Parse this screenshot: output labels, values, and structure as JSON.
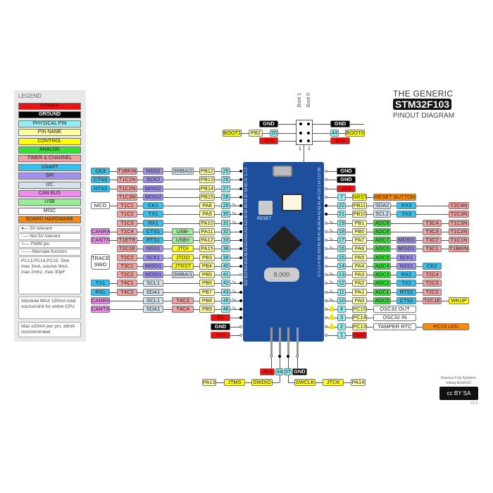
{
  "legend": {
    "title": "LEGEND",
    "items": [
      {
        "label": "POWER",
        "type": "power"
      },
      {
        "label": "GROUND",
        "type": "ground"
      },
      {
        "label": "PHYSICAL PIN",
        "type": "physical"
      },
      {
        "label": "PIN NAME",
        "type": "pinname"
      },
      {
        "label": "CONTROL",
        "type": "control"
      },
      {
        "label": "ANALOG",
        "type": "analog"
      },
      {
        "label": "TIMER & CHANNEL",
        "type": "timer"
      },
      {
        "label": "USART",
        "type": "usart"
      },
      {
        "label": "SPI",
        "type": "spi"
      },
      {
        "label": "I2C",
        "type": "i2c"
      },
      {
        "label": "CAN BUS",
        "type": "can"
      },
      {
        "label": "USB",
        "type": "usb"
      },
      {
        "label": "MISC",
        "type": "misc"
      },
      {
        "label": "BOARD HARDWARE",
        "type": "board"
      }
    ],
    "symbols": [
      "5V tolerant",
      "Not 5V tolerant",
      "PWM pin",
      "Alternate function"
    ],
    "warning": "PC13,PC14,PC15: Sink max 3mA, source 0mA, max 2mhz, max 30pF",
    "note1": "Absolute MAX 150mA total source/sink for entire CPU",
    "note2": "Max ±20mA per pin, ±8mA recommended"
  },
  "title": {
    "line1": "THE GENERIC",
    "line2": "STM32F103",
    "line3": "PINOUT DIAGRAM"
  },
  "boot": {
    "boot1_label": "Boot 1",
    "boot0_label": "Boot 0",
    "left": [
      {
        "t": "GND",
        "c": "ground"
      },
      {
        "t": "BOOT1",
        "c": "control"
      },
      {
        "t": "PB2",
        "c": "pinname"
      },
      {
        "t": "20",
        "c": "physical"
      },
      {
        "t": "3V3",
        "c": "power"
      }
    ],
    "right": [
      {
        "t": "GND",
        "c": "ground"
      },
      {
        "t": "44",
        "c": "physical"
      },
      {
        "t": "BOOT0",
        "c": "control"
      },
      {
        "t": "3V3",
        "c": "power"
      }
    ],
    "pin_marks": [
      "1",
      "1"
    ]
  },
  "left_rows": [
    {
      "cells": [
        {
          "t": "CK3",
          "c": "usart"
        },
        {
          "t": "T1BKIN",
          "c": "timer"
        },
        {
          "t": "NSS2",
          "c": "spi"
        },
        {
          "t": "SMBAI2",
          "c": "i2c"
        },
        {
          "t": "PB12",
          "c": "pinname"
        },
        {
          "t": "25",
          "c": "physical"
        }
      ],
      "tol": true
    },
    {
      "cells": [
        {
          "t": "CTS3",
          "c": "usart"
        },
        {
          "t": "T1C1N",
          "c": "timer"
        },
        {
          "t": "SCK2",
          "c": "spi"
        },
        null,
        {
          "t": "PB13",
          "c": "pinname"
        },
        {
          "t": "26",
          "c": "physical"
        }
      ],
      "tol": true
    },
    {
      "cells": [
        {
          "t": "RTS3",
          "c": "usart"
        },
        {
          "t": "T1C2N",
          "c": "timer"
        },
        {
          "t": "MISO2",
          "c": "spi"
        },
        null,
        {
          "t": "PB14",
          "c": "pinname"
        },
        {
          "t": "27",
          "c": "physical"
        }
      ],
      "tol": true
    },
    {
      "cells": [
        null,
        {
          "t": "T1C3N",
          "c": "timer"
        },
        {
          "t": "MOSI2",
          "c": "spi"
        },
        null,
        {
          "t": "PB15",
          "c": "pinname"
        },
        {
          "t": "28",
          "c": "physical"
        }
      ],
      "tol": true
    },
    {
      "cells": [
        {
          "t": "MCO",
          "c": "misc"
        },
        {
          "t": "T1C1",
          "c": "timer"
        },
        {
          "t": "CK1",
          "c": "usart"
        },
        null,
        {
          "t": "PA8",
          "c": "pinname"
        },
        {
          "t": "29",
          "c": "physical"
        }
      ],
      "tol": true,
      "pwm": true
    },
    {
      "cells": [
        null,
        {
          "t": "T1C2",
          "c": "timer"
        },
        {
          "t": "TX1",
          "c": "usart"
        },
        null,
        {
          "t": "PA9",
          "c": "pinname"
        },
        {
          "t": "30",
          "c": "physical"
        }
      ],
      "tol": true,
      "pwm": true
    },
    {
      "cells": [
        null,
        {
          "t": "T1C3",
          "c": "timer"
        },
        {
          "t": "RX1",
          "c": "usart"
        },
        null,
        {
          "t": "PA10",
          "c": "pinname"
        },
        {
          "t": "31",
          "c": "physical"
        }
      ],
      "tol": true,
      "pwm": true
    },
    {
      "cells": [
        {
          "t": "CANRX",
          "c": "can"
        },
        {
          "t": "T1C4",
          "c": "timer"
        },
        {
          "t": "CTS1",
          "c": "usart"
        },
        {
          "t": "USB-",
          "c": "usb"
        },
        {
          "t": "PA11",
          "c": "pinname"
        },
        {
          "t": "32",
          "c": "physical"
        }
      ],
      "tol": true
    },
    {
      "cells": [
        {
          "t": "CANTX",
          "c": "can"
        },
        {
          "t": "T1ETR",
          "c": "timer"
        },
        {
          "t": "RTS1",
          "c": "usart"
        },
        {
          "t": "USB+",
          "c": "usb"
        },
        {
          "t": "PA12",
          "c": "pinname"
        },
        {
          "t": "33",
          "c": "physical"
        }
      ],
      "tol": true
    },
    {
      "cells": [
        null,
        {
          "t": "T2C1E",
          "c": "timer"
        },
        {
          "t": "NSS1",
          "c": "spi"
        },
        {
          "t": "JTDI",
          "c": "control"
        },
        {
          "t": "PA15",
          "c": "pinname"
        },
        {
          "t": "38",
          "c": "physical"
        }
      ],
      "tol": true
    },
    {
      "cells": [
        null,
        {
          "t": "T2C2",
          "c": "timer"
        },
        {
          "t": "SCK1",
          "c": "spi"
        },
        {
          "t": "JTDO",
          "c": "control"
        },
        {
          "t": "PB3",
          "c": "pinname"
        },
        {
          "t": "39",
          "c": "physical"
        }
      ],
      "tol": true
    },
    {
      "cells": [
        null,
        {
          "t": "T3C1",
          "c": "timer"
        },
        {
          "t": "MISO1",
          "c": "spi"
        },
        {
          "t": "JTRST",
          "c": "control"
        },
        {
          "t": "PB4",
          "c": "pinname"
        },
        {
          "t": "40",
          "c": "physical"
        }
      ],
      "tol": true
    },
    {
      "cells": [
        null,
        {
          "t": "T2C2",
          "c": "timer"
        },
        {
          "t": "MOSI1",
          "c": "spi"
        },
        {
          "t": "SMBAI1",
          "c": "i2c"
        },
        {
          "t": "PB5",
          "c": "pinname"
        },
        {
          "t": "41",
          "c": "physical"
        }
      ],
      "tol": false
    },
    {
      "cells": [
        {
          "t": "TX1",
          "c": "usart"
        },
        {
          "t": "T4C1",
          "c": "timer"
        },
        {
          "t": "SCL1",
          "c": "i2c"
        },
        null,
        {
          "t": "PB6",
          "c": "pinname"
        },
        {
          "t": "42",
          "c": "physical"
        }
      ],
      "tol": true,
      "pwm": true
    },
    {
      "cells": [
        {
          "t": "RX1",
          "c": "usart"
        },
        {
          "t": "T4C2",
          "c": "timer"
        },
        {
          "t": "SDA1",
          "c": "i2c"
        },
        null,
        {
          "t": "PB7",
          "c": "pinname"
        },
        {
          "t": "43",
          "c": "physical"
        }
      ],
      "tol": true,
      "pwm": true
    },
    {
      "cells": [
        {
          "t": "CANRX",
          "c": "can"
        },
        null,
        {
          "t": "SCL1",
          "c": "i2c"
        },
        {
          "t": "T4C3",
          "c": "timer"
        },
        {
          "t": "PB8",
          "c": "pinname"
        },
        {
          "t": "45",
          "c": "physical"
        }
      ],
      "tol": true,
      "pwm": true
    },
    {
      "cells": [
        {
          "t": "CANTX",
          "c": "can"
        },
        null,
        {
          "t": "SDA1",
          "c": "i2c"
        },
        {
          "t": "T4C4",
          "c": "timer"
        },
        {
          "t": "PB9",
          "c": "pinname"
        },
        {
          "t": "46",
          "c": "physical"
        }
      ],
      "tol": true,
      "pwm": true
    },
    {
      "power": {
        "t": "5V",
        "c": "power"
      },
      "tol": true
    },
    {
      "power": {
        "t": "GND",
        "c": "ground"
      },
      "tol": false
    },
    {
      "power": {
        "t": "3V3",
        "c": "power"
      },
      "tol": false
    }
  ],
  "trace_swo": "TRACE SWO",
  "right_rows": [
    {
      "power": {
        "t": "GND",
        "c": "ground"
      },
      "tol": false
    },
    {
      "power": {
        "t": "GND",
        "c": "ground"
      },
      "tol": false
    },
    {
      "power": {
        "t": "3V3",
        "c": "power"
      },
      "tol": false
    },
    {
      "cells": [
        {
          "t": "7",
          "c": "physical"
        },
        {
          "t": "NRST",
          "c": "control"
        },
        {
          "t": "RESET BUTTON",
          "c": "board",
          "s": 2
        }
      ],
      "tol": false
    },
    {
      "cells": [
        {
          "t": "22",
          "c": "physical"
        },
        {
          "t": "PB11",
          "c": "pinname"
        },
        {
          "t": "SDA2",
          "c": "i2c"
        },
        {
          "t": "RX3",
          "c": "usart"
        },
        null,
        {
          "t": "T2C4N",
          "c": "timer"
        }
      ],
      "tol": true
    },
    {
      "cells": [
        {
          "t": "21",
          "c": "physical"
        },
        {
          "t": "PB10",
          "c": "pinname"
        },
        {
          "t": "SCL2",
          "c": "i2c"
        },
        {
          "t": "TX3",
          "c": "usart"
        },
        null,
        {
          "t": "T2C3N",
          "c": "timer"
        }
      ],
      "tol": true
    },
    {
      "cells": [
        {
          "t": "19",
          "c": "physical"
        },
        {
          "t": "PB1",
          "c": "pinname"
        },
        {
          "t": "ADC9",
          "c": "analog"
        },
        null,
        {
          "t": "T3C4",
          "c": "timer"
        },
        {
          "t": "T1C3N",
          "c": "timer"
        }
      ],
      "tol": false,
      "pwm": true
    },
    {
      "cells": [
        {
          "t": "18",
          "c": "physical"
        },
        {
          "t": "PB0",
          "c": "pinname"
        },
        {
          "t": "ADC8",
          "c": "analog"
        },
        null,
        {
          "t": "T3C3",
          "c": "timer"
        },
        {
          "t": "T1C2N",
          "c": "timer"
        }
      ],
      "tol": false,
      "pwm": true
    },
    {
      "cells": [
        {
          "t": "17",
          "c": "physical"
        },
        {
          "t": "PA7",
          "c": "pinname"
        },
        {
          "t": "ADC7",
          "c": "analog"
        },
        {
          "t": "MOSI1",
          "c": "spi"
        },
        {
          "t": "T3C2",
          "c": "timer"
        },
        {
          "t": "T1C1N",
          "c": "timer"
        }
      ],
      "tol": false,
      "pwm": true
    },
    {
      "cells": [
        {
          "t": "16",
          "c": "physical"
        },
        {
          "t": "PA6",
          "c": "pinname"
        },
        {
          "t": "ADC6",
          "c": "analog"
        },
        {
          "t": "MISO1",
          "c": "spi"
        },
        {
          "t": "T3C1",
          "c": "timer"
        },
        {
          "t": "T1BKIN",
          "c": "timer"
        }
      ],
      "tol": false,
      "pwm": true
    },
    {
      "cells": [
        {
          "t": "15",
          "c": "physical"
        },
        {
          "t": "PA5",
          "c": "pinname"
        },
        {
          "t": "ADC5",
          "c": "analog"
        },
        {
          "t": "SCK1",
          "c": "spi"
        }
      ],
      "tol": false
    },
    {
      "cells": [
        {
          "t": "14",
          "c": "physical"
        },
        {
          "t": "PA4",
          "c": "pinname"
        },
        {
          "t": "ADC4",
          "c": "analog"
        },
        {
          "t": "NSS1",
          "c": "spi"
        },
        {
          "t": "CK2",
          "c": "usart"
        }
      ],
      "tol": false
    },
    {
      "cells": [
        {
          "t": "13",
          "c": "physical"
        },
        {
          "t": "PA3",
          "c": "pinname"
        },
        {
          "t": "ADC3",
          "c": "analog"
        },
        {
          "t": "RX2",
          "c": "usart"
        },
        {
          "t": "T2C4",
          "c": "timer"
        }
      ],
      "tol": false,
      "pwm": true
    },
    {
      "cells": [
        {
          "t": "12",
          "c": "physical"
        },
        {
          "t": "PA2",
          "c": "pinname"
        },
        {
          "t": "ADC2",
          "c": "analog"
        },
        {
          "t": "TX2",
          "c": "usart"
        },
        {
          "t": "T2C3",
          "c": "timer"
        }
      ],
      "tol": false,
      "pwm": true
    },
    {
      "cells": [
        {
          "t": "11",
          "c": "physical"
        },
        {
          "t": "PA1",
          "c": "pinname"
        },
        {
          "t": "ADC1",
          "c": "analog"
        },
        {
          "t": "RTS2",
          "c": "usart"
        },
        {
          "t": "T2C2",
          "c": "timer"
        }
      ],
      "tol": false,
      "pwm": true
    },
    {
      "cells": [
        {
          "t": "10",
          "c": "physical"
        },
        {
          "t": "PA0",
          "c": "pinname"
        },
        {
          "t": "ADC0",
          "c": "analog"
        },
        {
          "t": "CTS2",
          "c": "usart"
        },
        {
          "t": "T2C1E",
          "c": "timer"
        },
        {
          "t": "WKUP",
          "c": "control"
        }
      ],
      "tol": false,
      "pwm": true
    },
    {
      "cells": [
        {
          "t": "4",
          "c": "physical"
        },
        {
          "t": "PC15",
          "c": "pinname"
        },
        {
          "t": "OSC32 OUT",
          "c": "misc",
          "s": 2
        }
      ],
      "tol": false,
      "warn": true
    },
    {
      "cells": [
        {
          "t": "3",
          "c": "physical"
        },
        {
          "t": "PC14",
          "c": "pinname"
        },
        {
          "t": "OSC32 IN",
          "c": "misc",
          "s": 2
        }
      ],
      "tol": false,
      "warn": true
    },
    {
      "cells": [
        {
          "t": "2",
          "c": "physical"
        },
        {
          "t": "PC13",
          "c": "pinname"
        },
        {
          "t": "TAMPER RTC",
          "c": "misc",
          "s": 2
        },
        {
          "t": "PC13 LED",
          "c": "board",
          "s": 2
        }
      ],
      "tol": false,
      "warn": true
    },
    {
      "cells": [
        {
          "t": "1",
          "c": "physical"
        },
        {
          "t": "VBAT",
          "c": "power"
        }
      ],
      "tol": false
    }
  ],
  "swd": {
    "header": [
      {
        "t": "3V3",
        "c": "power"
      },
      {
        "t": "34",
        "c": "physical"
      },
      {
        "t": "37",
        "c": "physical"
      },
      {
        "t": "GND",
        "c": "ground"
      }
    ],
    "left": [
      {
        "t": "PA13",
        "c": "pinname"
      },
      {
        "t": "JTMS",
        "c": "control"
      },
      {
        "t": "SWDIO",
        "c": "control"
      }
    ],
    "right": [
      {
        "t": "SWCLK",
        "c": "control"
      },
      {
        "t": "JTCK",
        "c": "control"
      },
      {
        "t": "PA14",
        "c": "pinname"
      }
    ]
  },
  "board": {
    "reset_label": "RESET",
    "crystal": "8.000",
    "left_silk": "B12 B13 B14 B15 A8 A9 A10 A11 A12 A15 B3 B4 B5 B6 B7 B8 B9 5V G 3.3",
    "right_silk": "G G 3.3 R B11 B10 B1 B0 A7 A6 A5 A4 A3 A2 A1 A0 C15 C14 C13 VB"
  },
  "credits": {
    "author": "Rasmus Friis Kjeldsen",
    "site": "reblag.dk/stm32",
    "license": "cc BY SA",
    "version": "V1.0"
  }
}
